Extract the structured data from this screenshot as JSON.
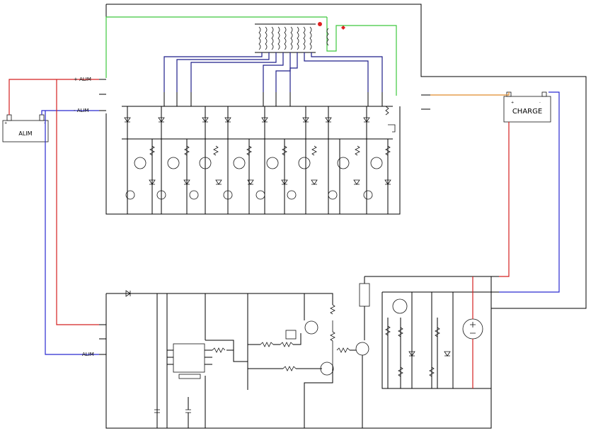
{
  "colors": {
    "wire_black": "#000000",
    "wire_red": "#d42020",
    "wire_blue": "#2a2ad0",
    "wire_green": "#3ec83e",
    "wire_orange": "#e08a2a",
    "wire_navy": "#1e1e8a",
    "marker_red": "#e02020"
  },
  "labels": {
    "battery": "ALIM",
    "load": "CHARGE",
    "load_plus": "+",
    "load_minus": "-",
    "upper_plus_alim": "+ ALIM",
    "upper_minus_alim": "- ALIM",
    "lower_alim": "ALIM",
    "battery_plus": "+",
    "battery_minus": "-"
  },
  "battery_cells": [
    {
      "sign": "+"
    },
    {
      "sign": "-"
    }
  ]
}
